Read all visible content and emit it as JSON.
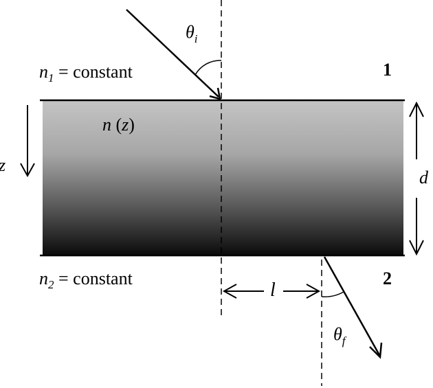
{
  "region_top": {
    "label": "1"
  },
  "region_bottom": {
    "label": "2"
  },
  "medium_top": {
    "symbol": "n",
    "subscript": "1",
    "text": " = constant"
  },
  "medium_bottom": {
    "symbol": "n",
    "subscript": "2",
    "text": " = constant"
  },
  "medium_slab": {
    "symbol": "n",
    "arg_open": " (",
    "arg": "z",
    "arg_close": ")"
  },
  "axis_z": {
    "label": "z"
  },
  "thickness": {
    "label": "d"
  },
  "displacement": {
    "label": "l"
  },
  "angle_incident": {
    "symbol": "θ",
    "subscript": "i"
  },
  "angle_final": {
    "symbol": "θ",
    "subscript": "f"
  }
}
